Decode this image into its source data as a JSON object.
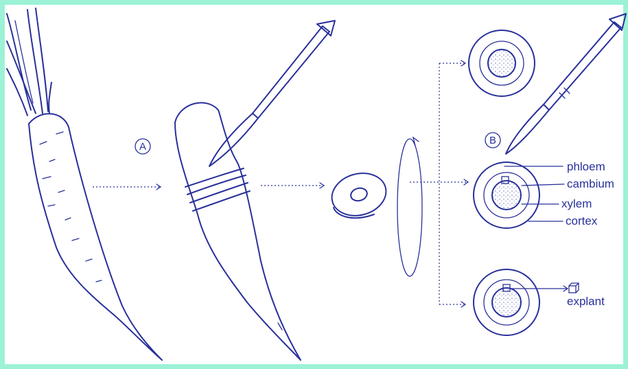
{
  "colors": {
    "border": "#9cf2d6",
    "ink": "#28309a",
    "background": "#ffffff"
  },
  "steps": {
    "a": "A",
    "b": "B"
  },
  "labels": {
    "phloem": "phloem",
    "cambium": "cambium",
    "xylem": "xylem",
    "cortex": "cortex",
    "explant": "explant"
  }
}
